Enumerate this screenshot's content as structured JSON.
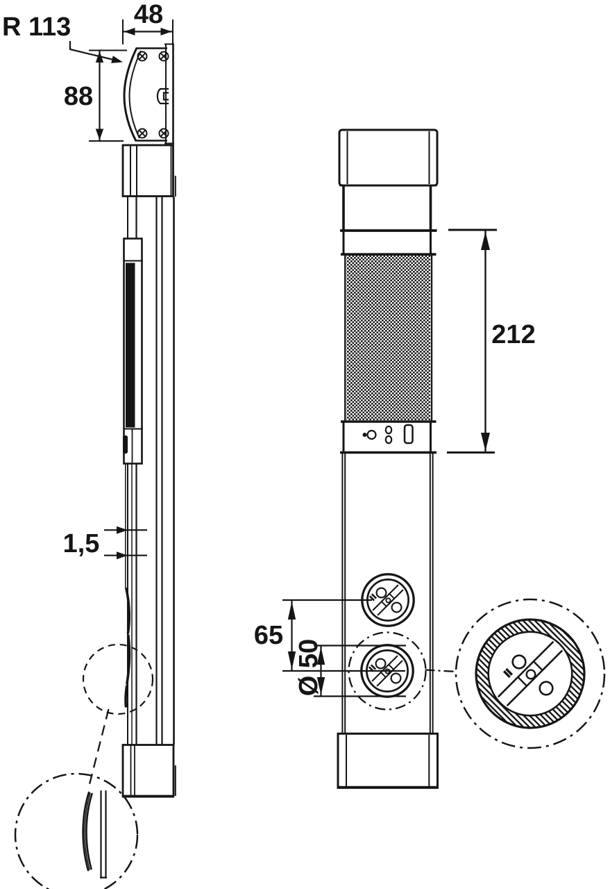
{
  "drawing": {
    "colors": {
      "ink": "#151515",
      "background": "#ffffff"
    },
    "dimensions": {
      "head_radius": "R 113",
      "depth": "48",
      "head_height": "88",
      "strip_thickness": "1,5",
      "grille_height": "212",
      "socket_spacing": "65",
      "socket_diameter": "Ø 50"
    }
  }
}
